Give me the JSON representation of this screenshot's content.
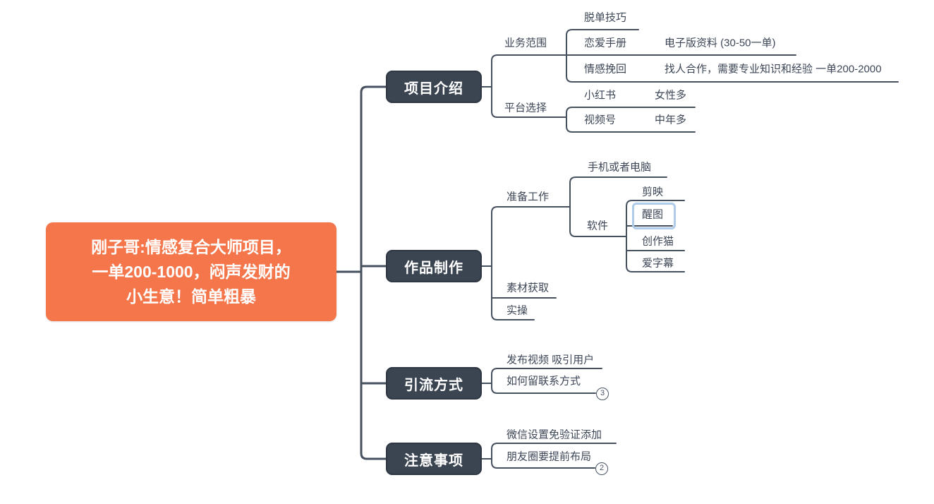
{
  "colors": {
    "root_fill": "#F4764A",
    "branch_fill": "#3B4552",
    "connector": "#46505F",
    "leaf_text": "#3D4656",
    "selection_border": "#AECBEA"
  },
  "mindmap": {
    "root": {
      "line1": "刚子哥:情感复合大师项目，",
      "line2": "一单200-1000，闷声发财的",
      "line3": "小生意！简单粗暴"
    },
    "branches": [
      {
        "label": "项目介绍",
        "children": [
          {
            "label": "业务范围",
            "children": [
              {
                "label": "脱单技巧"
              },
              {
                "label": "恋爱手册",
                "note": "电子版资料 (30-50一单)"
              },
              {
                "label": "情感挽回",
                "note": "找人合作，需要专业知识和经验 一单200-2000"
              }
            ]
          },
          {
            "label": "平台选择",
            "children": [
              {
                "label": "小红书",
                "note": "女性多"
              },
              {
                "label": "视频号",
                "note": "中年多"
              }
            ]
          }
        ]
      },
      {
        "label": "作品制作",
        "children": [
          {
            "label": "准备工作",
            "children": [
              {
                "label": "手机或者电脑"
              },
              {
                "label": "软件",
                "children": [
                  {
                    "label": "剪映"
                  },
                  {
                    "label": "醒图",
                    "selected": true
                  },
                  {
                    "label": "创作猫"
                  },
                  {
                    "label": "爱字幕"
                  }
                ]
              }
            ]
          },
          {
            "label": "素材获取"
          },
          {
            "label": "实操"
          }
        ]
      },
      {
        "label": "引流方式",
        "children": [
          {
            "label": "发布视频 吸引用户"
          },
          {
            "label": "如何留联系方式",
            "badge": "3"
          }
        ]
      },
      {
        "label": "注意事项",
        "children": [
          {
            "label": "微信设置免验证添加"
          },
          {
            "label": "朋友圈要提前布局",
            "badge": "2"
          }
        ]
      }
    ]
  }
}
